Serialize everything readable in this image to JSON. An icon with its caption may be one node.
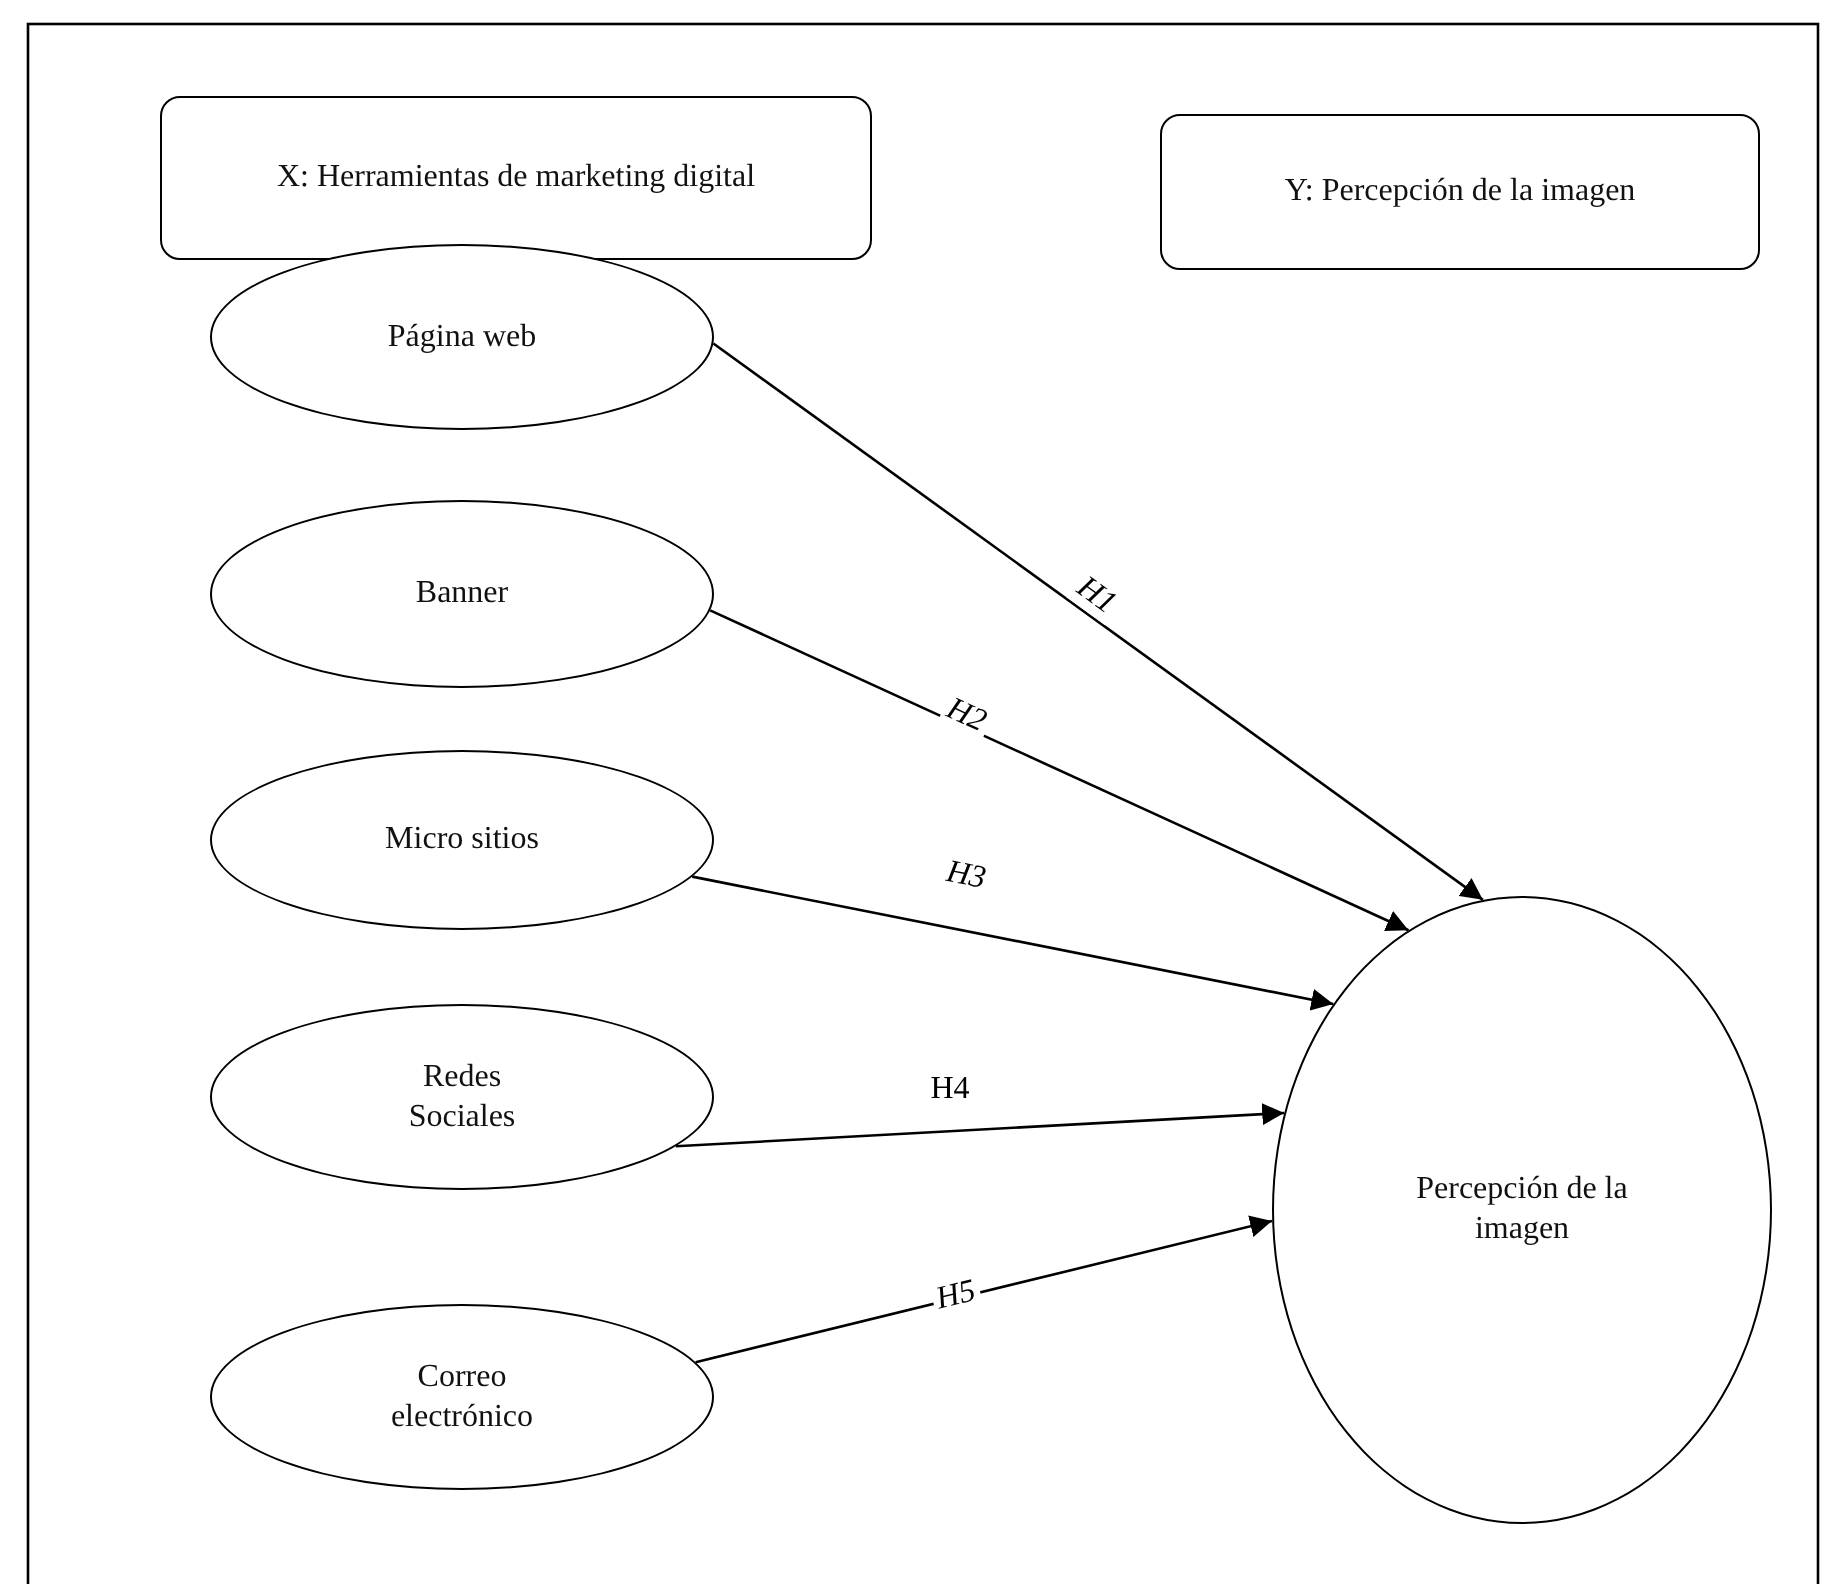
{
  "diagram": {
    "nodes": [
      {
        "text": [
          "X: Herramientas de marketing digital"
        ]
      },
      {
        "text": [
          "Y: Percepción de la imagen"
        ]
      },
      {
        "text": [
          "Página web"
        ]
      },
      {
        "text": [
          "Banner"
        ]
      },
      {
        "text": [
          "Micro sitios"
        ]
      },
      {
        "text": [
          "Redes Sociales"
        ]
      },
      {
        "text": [
          "Correo electrónico"
        ]
      },
      {
        "text": [
          "Percepción de la imagen"
        ]
      }
    ],
    "edges": [
      {
        "from": 2,
        "to": 7,
        "arrow": "to",
        "label": "H1"
      },
      {
        "from": 3,
        "to": 7,
        "arrow": "to",
        "label": "H2"
      },
      {
        "from": 4,
        "to": 7,
        "arrow": "to",
        "label": "H3"
      },
      {
        "from": 5,
        "to": 7,
        "arrow": "to",
        "label": "H4"
      },
      {
        "from": 6,
        "to": 7,
        "arrow": "to",
        "label": "H5"
      }
    ]
  }
}
